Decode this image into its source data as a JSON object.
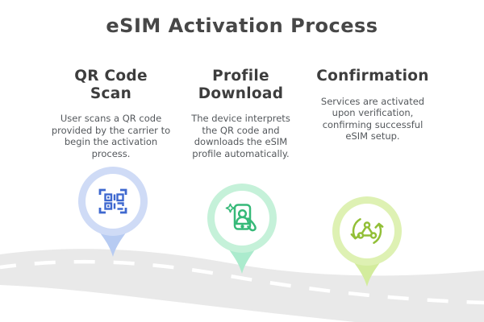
{
  "title": "eSIM Activation Process",
  "steps": [
    {
      "heading": "QR Code\nScan",
      "description": "User scans a QR code provided by the carrier to begin the activation process.",
      "icon": "qr-code-scan-icon",
      "pin_color": "#cfdbf6",
      "tail_color": "#b7cbf2",
      "icon_color": "#3e68cf"
    },
    {
      "heading": "Profile\nDownload",
      "description": "The device interprets the QR code and downloads the eSIM profile automatically.",
      "icon": "phone-profile-download-icon",
      "pin_color": "#c5f1d9",
      "tail_color": "#abebcd",
      "icon_color": "#36b978"
    },
    {
      "heading": "Confirmation",
      "description": "Services are activated upon verification, confirming successful eSIM setup.",
      "icon": "sync-network-icon",
      "pin_color": "#def1b3",
      "tail_color": "#d3ec9d",
      "icon_color": "#92bf37"
    }
  ],
  "road": {
    "color": "#e9e9e9",
    "dash_color": "#ffffff"
  },
  "colors": {
    "background": "#ffffff",
    "title_text": "#474747",
    "heading_text": "#3d3d3d",
    "body_text": "#54585c",
    "pin_inner": "#ffffff"
  }
}
